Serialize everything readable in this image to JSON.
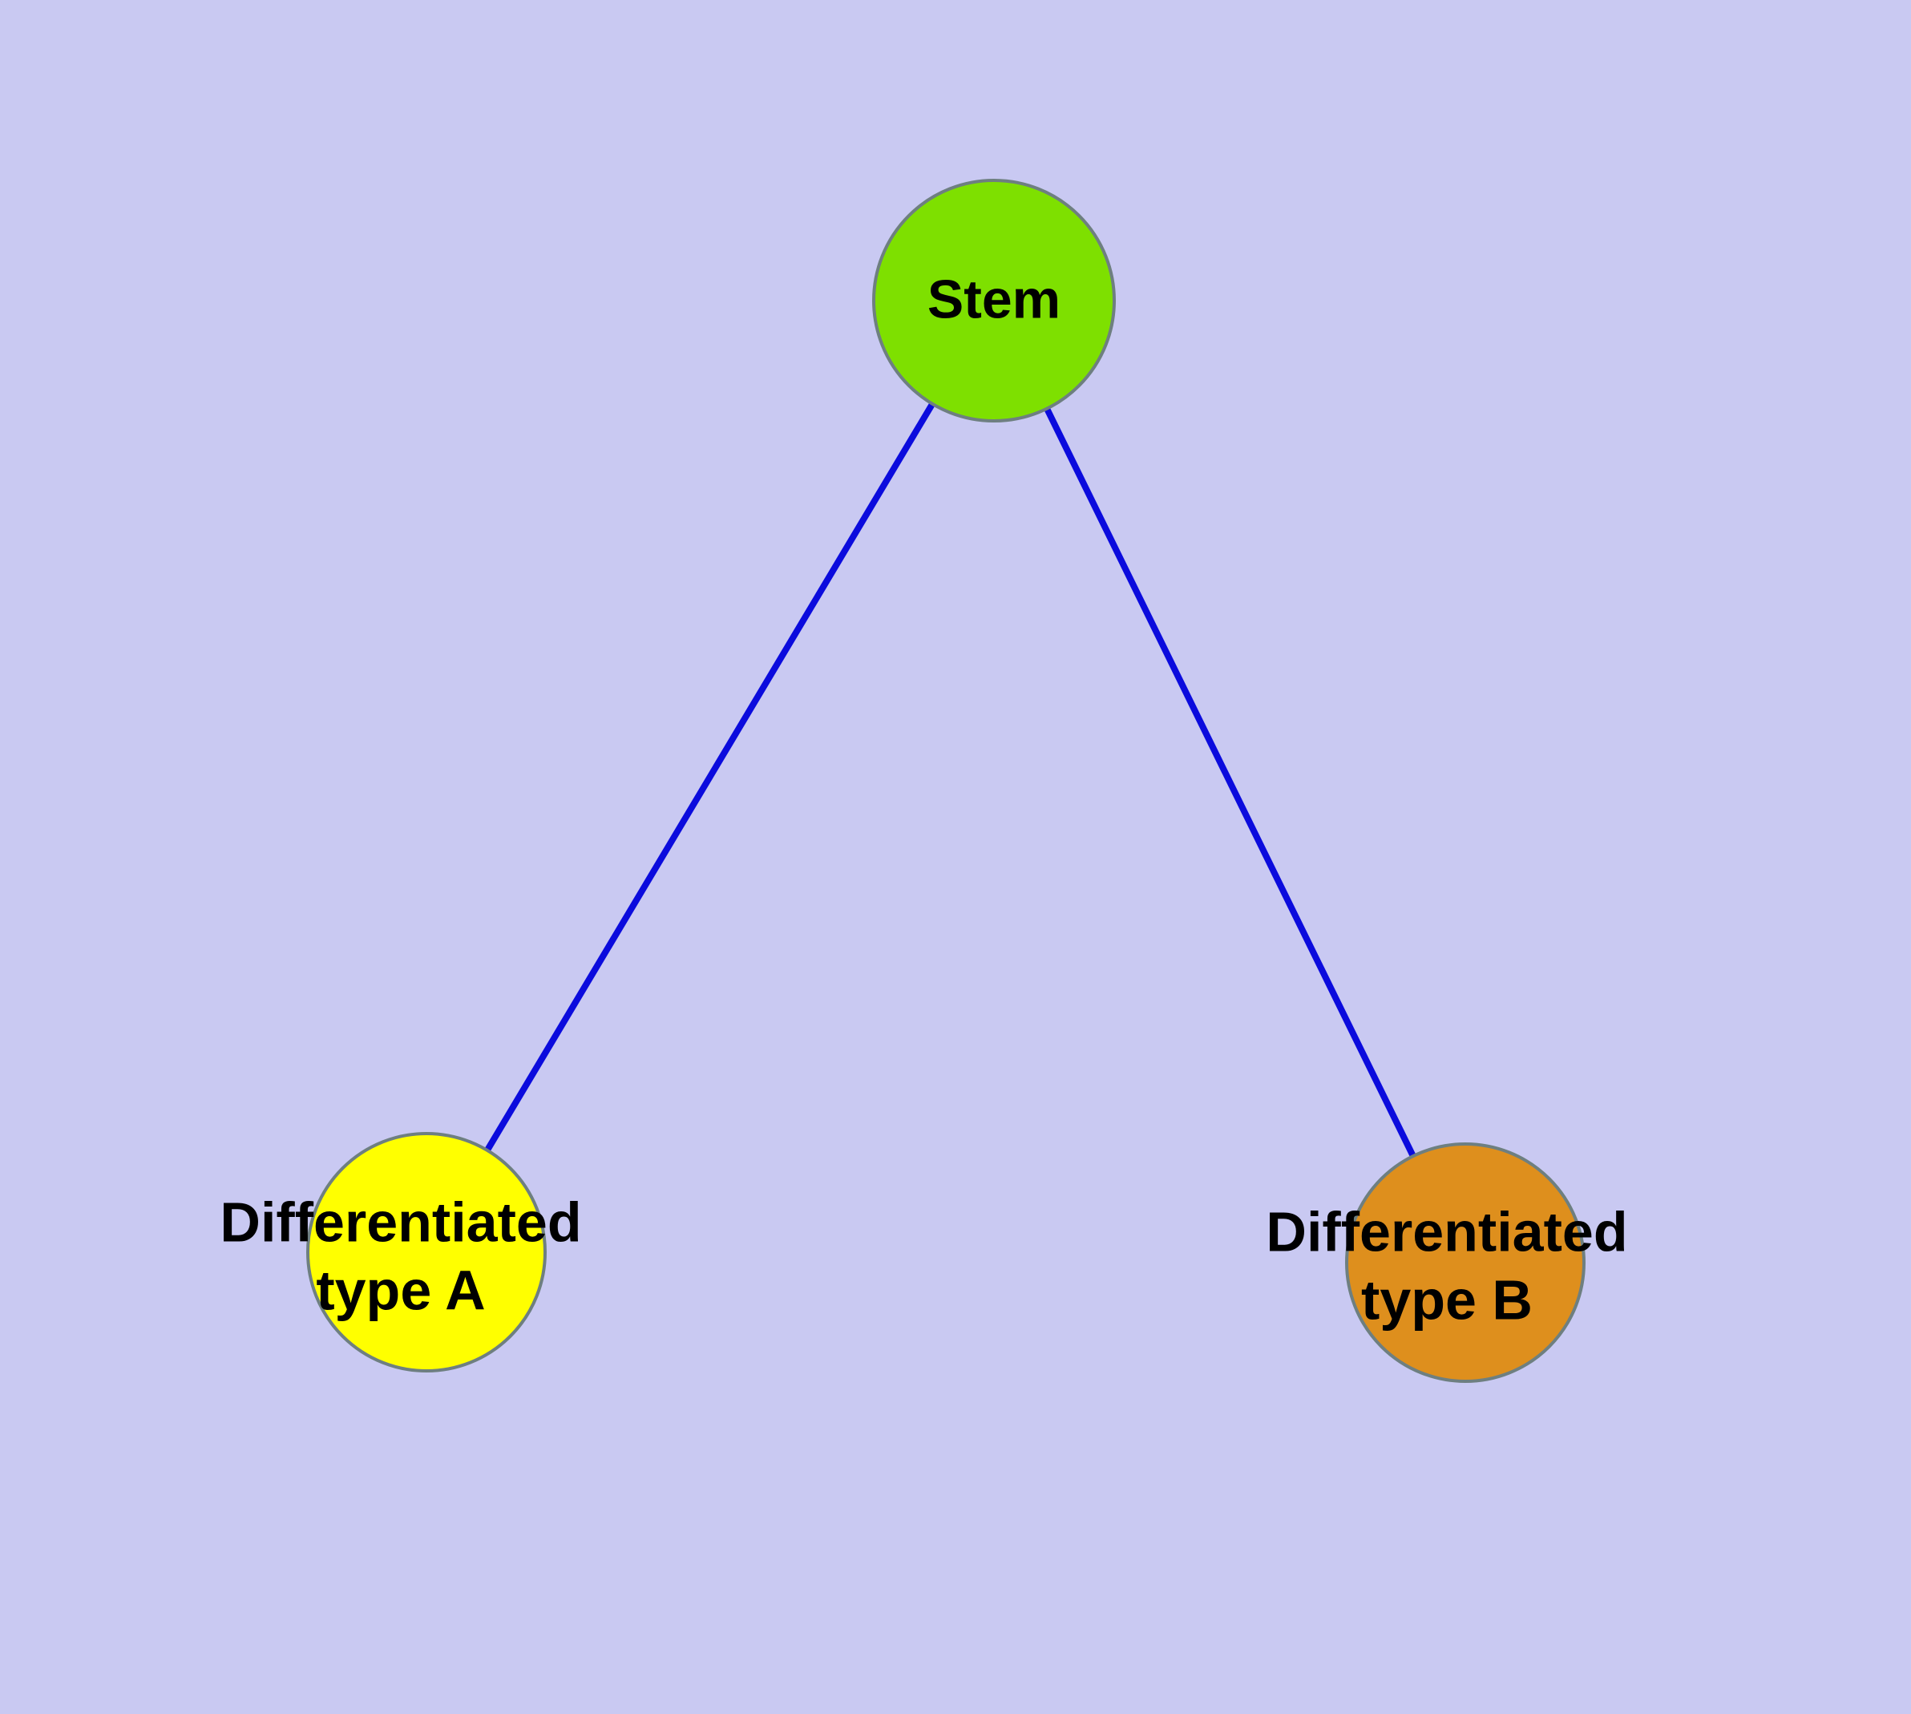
{
  "diagram": {
    "background": "#c9c9f2",
    "edge_color": "#0b0bdd",
    "node_border_color": "#6e7f80",
    "nodes": {
      "stem": {
        "label": "Stem",
        "color": "#7ee000"
      },
      "type_a": {
        "label": "Differentiated\ntype A",
        "color": "#ffff00"
      },
      "type_b": {
        "label": "Differentiated\ntype B",
        "color": "#de8f1d"
      }
    },
    "edges": [
      {
        "from": "stem",
        "to": "type_a"
      },
      {
        "from": "stem",
        "to": "type_b"
      }
    ]
  }
}
